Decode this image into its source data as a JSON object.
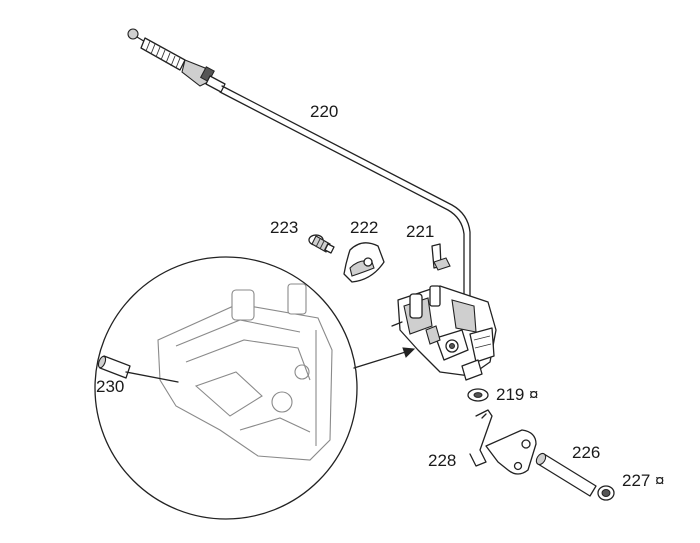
{
  "callouts": {
    "part_220": "220",
    "part_221": "221",
    "part_222": "222",
    "part_223": "223",
    "part_219": "219",
    "part_226": "226",
    "part_227": "227",
    "part_228": "228",
    "part_230": "230",
    "note_mark": "¤"
  },
  "colors": {
    "line": "#222222",
    "shade": "#cfcfcf",
    "background": "#ffffff"
  },
  "icons": {
    "note_mark": "currency-sign-glyph"
  }
}
